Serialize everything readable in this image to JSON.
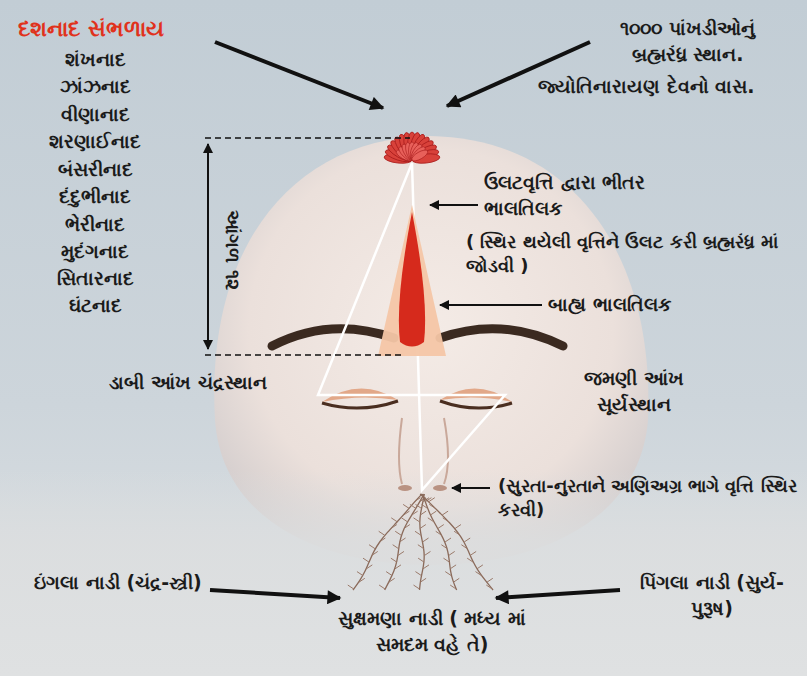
{
  "diagram": {
    "labels": [
      "દશનાદ સંભળાય",
      "શંખનાદ",
      "ઝાંઝનાદ",
      "વીણાનાદ",
      "શરણાઈનાદ",
      "બંસરીનાદ",
      "દંદુભીનાદ",
      "ભેરીનાદ",
      "મુદંગનાદ",
      "સિતારનાદ",
      "ઘંટનાદ",
      "૧૦૦૦ પાંખડીઓનું બ્રહ્મરંધ્ર સ્થાન.",
      "જ્યોતિનારાયણ દેવનો વાસ.",
      "આંગળ ૧૨",
      "ઉલટવૃત્તિ દ્વારા ભીતર ભાલતિલક",
      "( સ્થિર થયેલી વૃત્તિને ઉલટ કરી બ્રહ્મરંધ્ર માં જોડવી )",
      "બાહ્ય ભાલતિલક",
      "ડાબી આંખ ચંદ્રસ્થાન",
      "જમણી આંખ સૂર્યસ્થાન",
      "(સુરતા-નુરતાને અણિઅગ્ર ભાગે વૃત્તિ સ્થિર કરવી)",
      "ઇંગલા નાડી (ચંદ્ર-સ્ત્રી)",
      "પિંગલા નાડી (સુર્ય-પુરૂષ)",
      "સુક્ષમણા નાડી ( મધ્ય માં સમદમ વહે તે)"
    ]
  }
}
